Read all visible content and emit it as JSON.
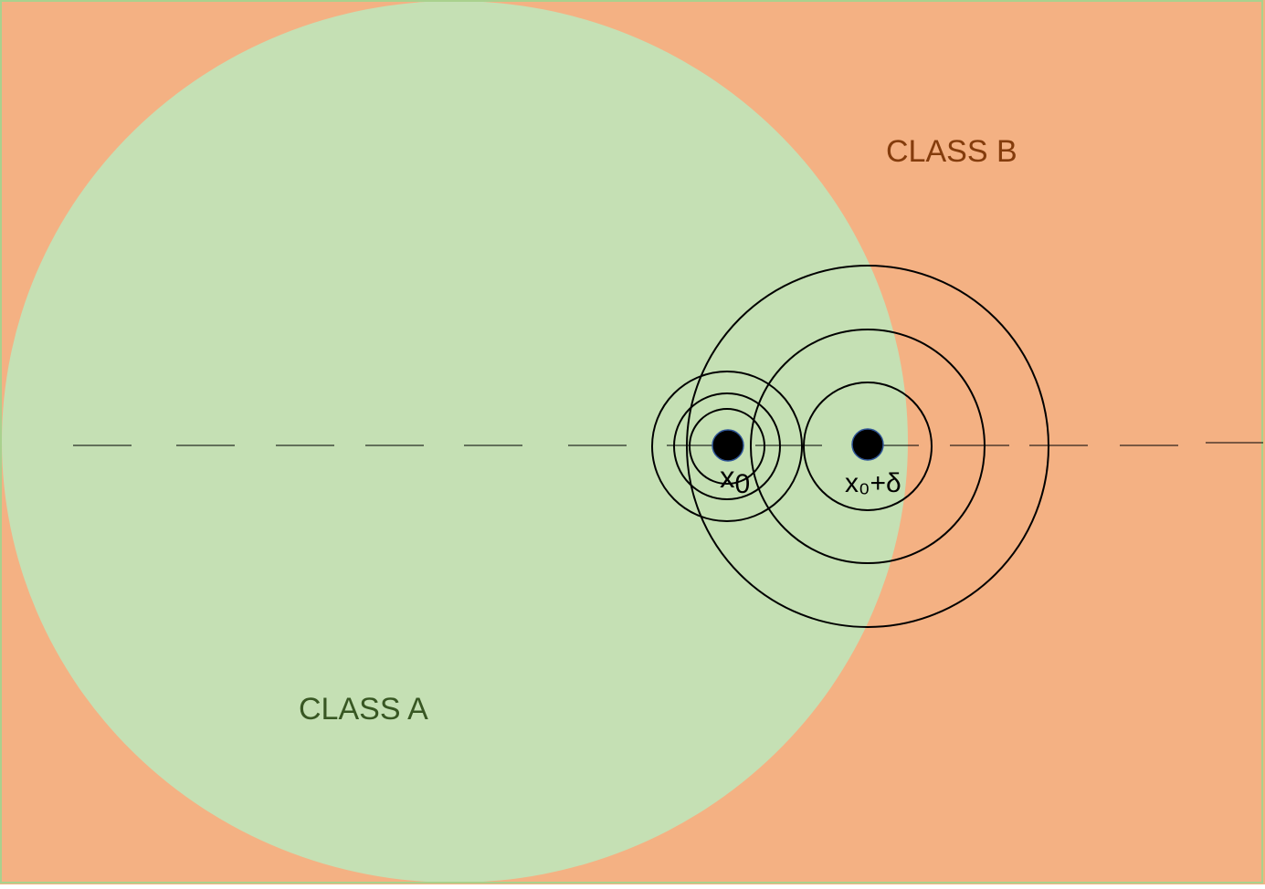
{
  "colors": {
    "class_a_fill": "#c5e0b4",
    "class_b_fill": "#f4b183",
    "class_a_text": "#385723",
    "class_b_text": "#843c0c",
    "ring_stroke": "#000000",
    "dot_fill": "#000000",
    "dot_outline": "#2f5597",
    "frame_stroke": "#a9d18e"
  },
  "regions": {
    "class_a_label": "CLASS A",
    "class_b_label": "CLASS B"
  },
  "points": [
    {
      "id": "x0",
      "label": "x",
      "subscript": "0"
    },
    {
      "id": "x0-delta",
      "label": "x₀+δ"
    }
  ]
}
